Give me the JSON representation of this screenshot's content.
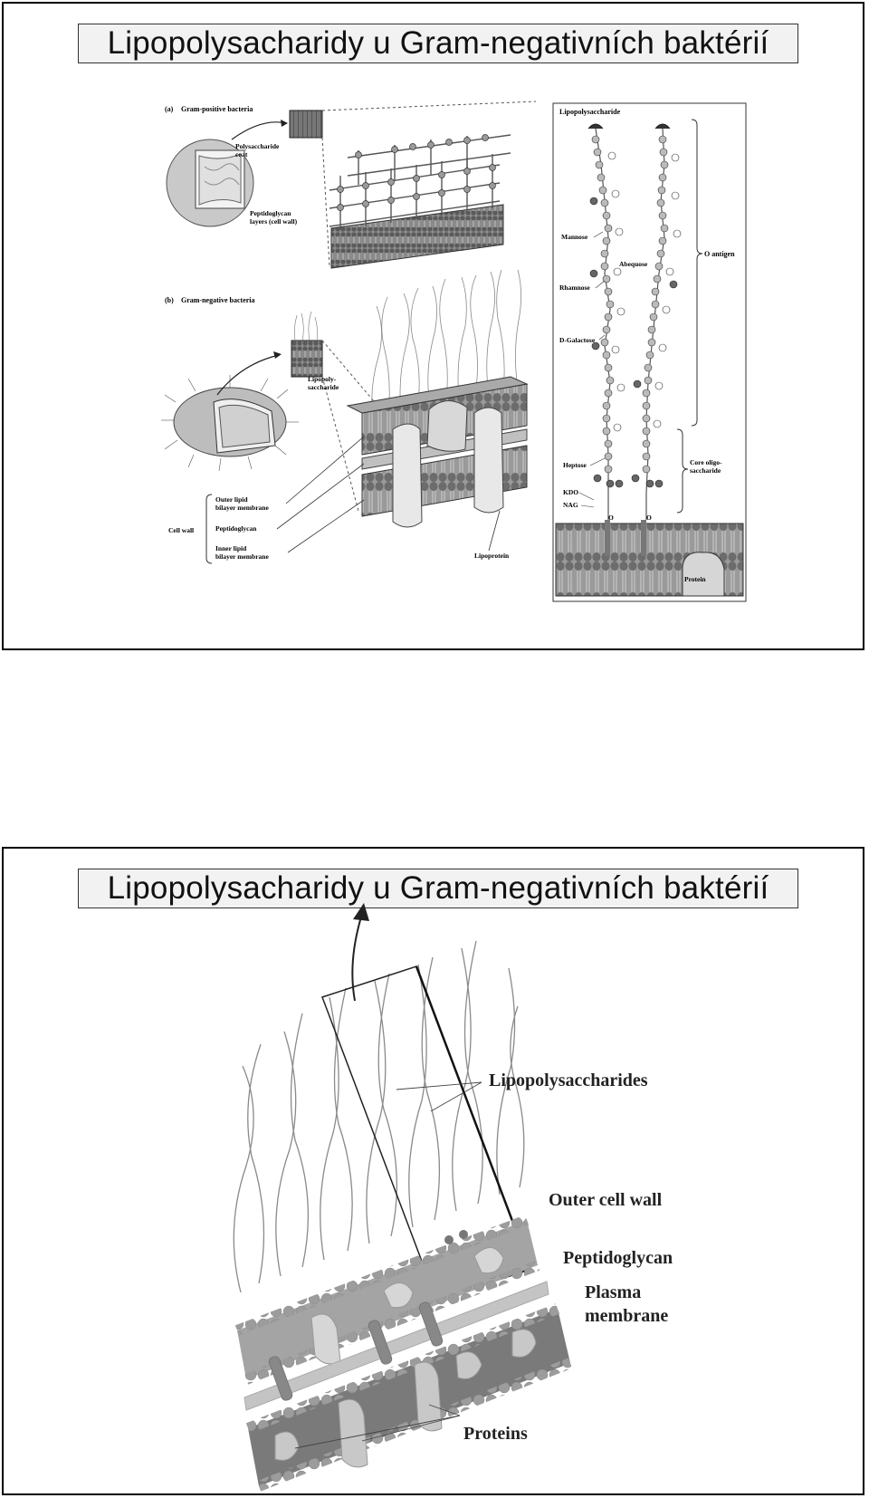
{
  "slides": [
    {
      "title": "Lipopolysacharidy u Gram-negativních baktérií",
      "figure": {
        "panel_a_label": "(a)",
        "panel_a_title": "Gram-positive bacteria",
        "polysaccharide_coat": [
          "Polysaccharide",
          "coat"
        ],
        "peptidoglycan_layers": [
          "Peptidoglycan",
          "layers (cell wall)"
        ],
        "panel_b_label": "(b)",
        "panel_b_title": "Gram-negative bacteria",
        "lipopolysaccharide_label": [
          "Lipopoly-",
          "saccharide"
        ],
        "outer_membrane": [
          "Outer lipid",
          "bilayer membrane"
        ],
        "cell_wall": "Cell wall",
        "peptidoglycan": "Peptidoglycan",
        "inner_membrane": [
          "Inner lipid",
          "bilayer membrane"
        ],
        "lipoprotein": "Lipoprotein",
        "lps_panel_title": "Lipopolysaccharide",
        "mannose": "Mannose",
        "abequose": "Abequose",
        "o_antigen": "O antigen",
        "rhamnose": "Rhamnose",
        "d_galactose": "D-Galactose",
        "heptose": "Heptose",
        "core": [
          "Core oligo-",
          "saccharide"
        ],
        "kdo": "KDO",
        "nag": "NAG",
        "o_link": "O",
        "protein": "Protein"
      }
    },
    {
      "title": "Lipopolysacharidy u Gram-negativních baktérií",
      "figure": {
        "lipopolysaccharides": "Lipopolysaccharides",
        "outer_cell_wall": "Outer cell wall",
        "peptidoglycan": "Peptidoglycan",
        "plasma_membrane": [
          "Plasma",
          "membrane"
        ],
        "proteins": "Proteins"
      }
    }
  ]
}
